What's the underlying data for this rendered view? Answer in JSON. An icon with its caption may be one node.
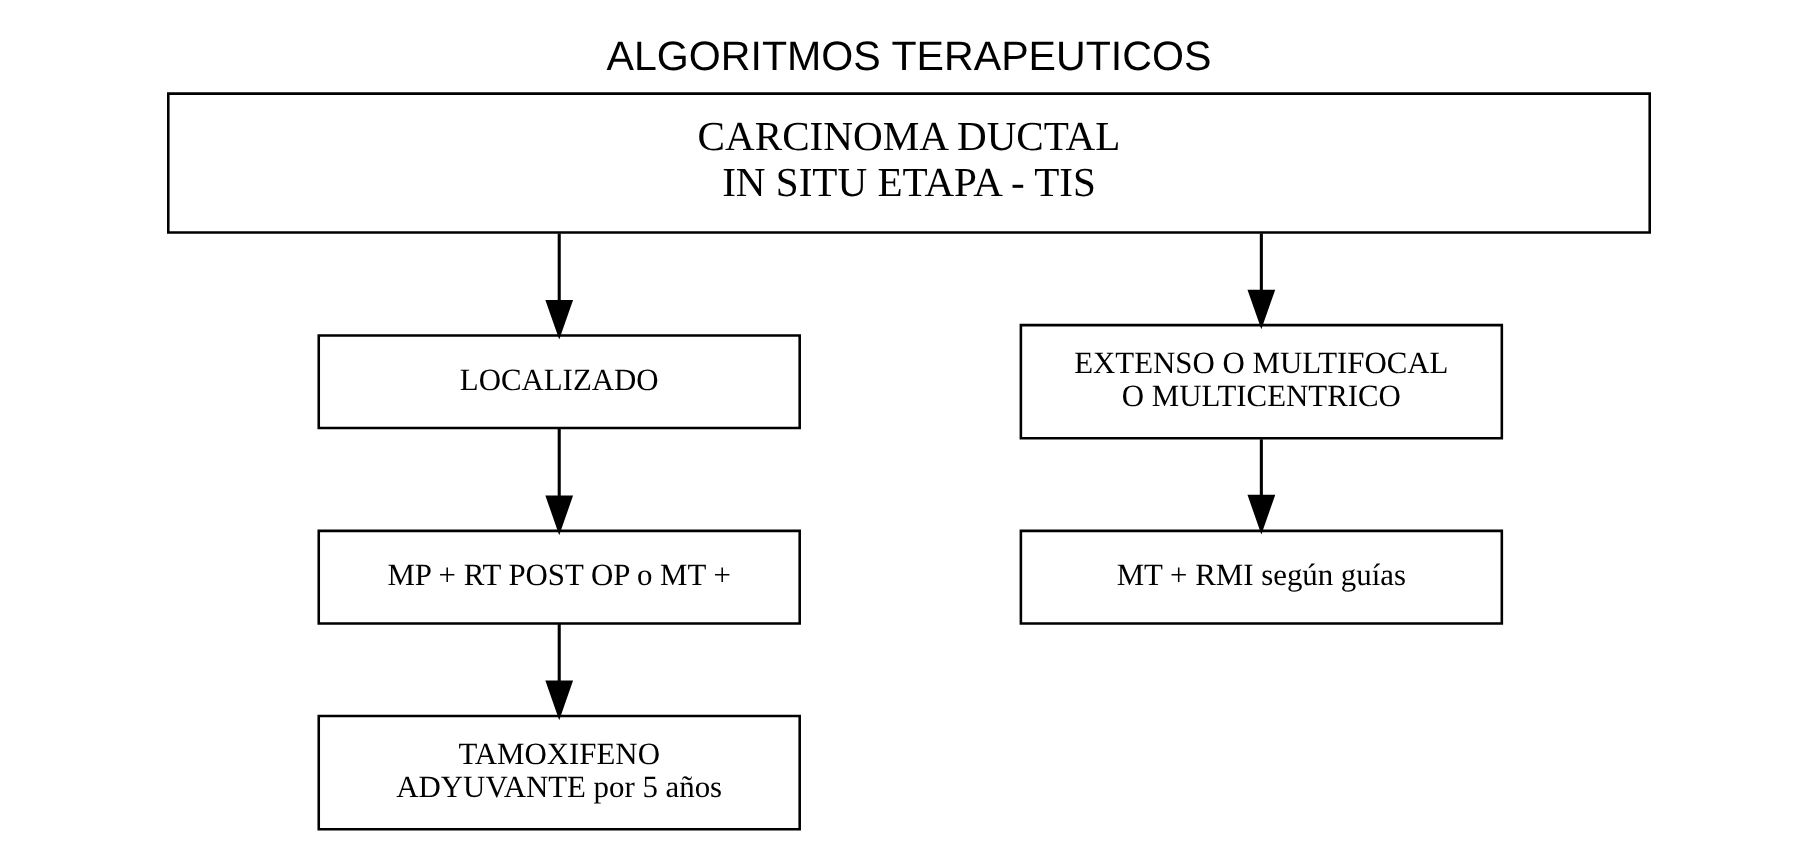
{
  "diagram": {
    "title": "ALGORITMOS TERAPEUTICOS",
    "nodes": [
      {
        "text": [
          "CARCINOMA DUCTAL IN SITU ETAPA - TIS"
        ]
      },
      {
        "text": [
          "LOCALIZADO"
        ]
      },
      {
        "text": [
          "EXTENSO O MULTIFOCAL O MULTICENTRICO"
        ]
      },
      {
        "text": [
          "MP + RT POST OP o MT +"
        ]
      },
      {
        "text": [
          "MT + RMI según guías"
        ]
      },
      {
        "text": [
          "TAMOXIFENO ADYUVANTE por 5 años"
        ]
      }
    ],
    "edges": [
      {
        "from": 0,
        "to": 1,
        "arrow": "to"
      },
      {
        "from": 0,
        "to": 2,
        "arrow": "to"
      },
      {
        "from": 1,
        "to": 3,
        "arrow": "to"
      },
      {
        "from": 3,
        "to": 5,
        "arrow": "to"
      },
      {
        "from": 2,
        "to": 4,
        "arrow": "to"
      }
    ]
  }
}
